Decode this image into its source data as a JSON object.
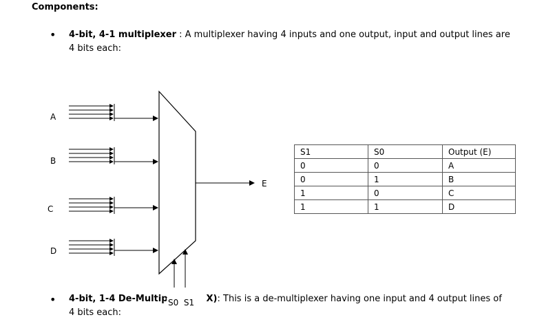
{
  "heading": "Components:",
  "bullets": [
    {
      "bold": "4-bit, 4-1 multiplexer",
      "line1": " : A multiplexer having 4 inputs and one output, input and output lines are",
      "line2": "4 bits each:"
    },
    {
      "bold_a": "4-bit, 1-4 De-Multip",
      "bold_b": "X)",
      "line1": ": This is a de-multiplexer having one input and 4 output lines of",
      "line2": "4 bits each:"
    }
  ],
  "mux": {
    "inputs": [
      "A",
      "B",
      "C",
      "D"
    ],
    "output": "E",
    "selects": [
      "S0",
      "S1"
    ]
  },
  "truth_table": {
    "headers": [
      "S1",
      "S0",
      "Output (E)"
    ],
    "rows": [
      [
        "0",
        "0",
        "A"
      ],
      [
        "0",
        "1",
        "B"
      ],
      [
        "1",
        "0",
        "C"
      ],
      [
        "1",
        "1",
        "D"
      ]
    ]
  }
}
